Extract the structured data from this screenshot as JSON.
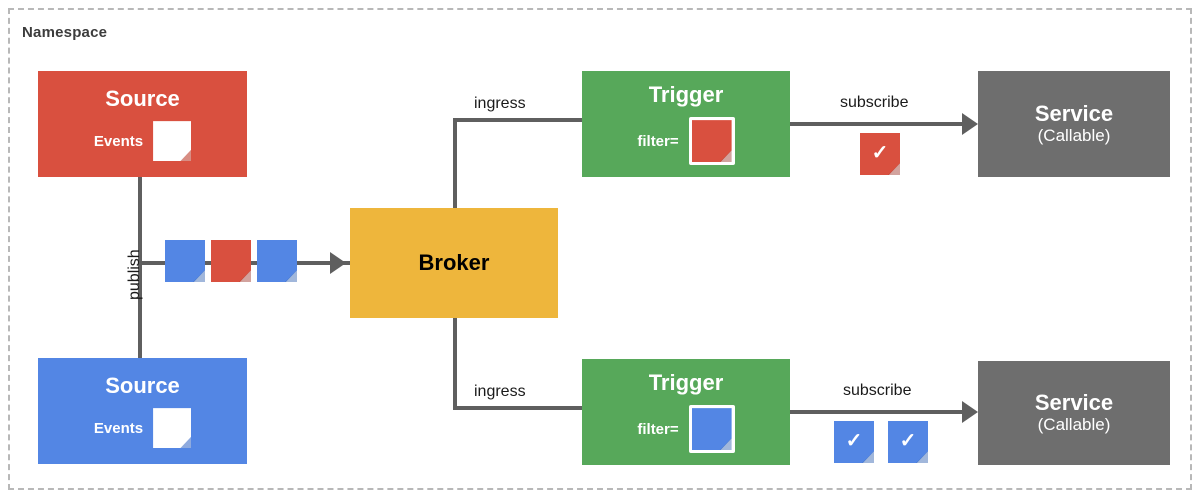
{
  "namespace": {
    "label": "Namespace"
  },
  "colors": {
    "red": "#d9503f",
    "blue": "#5386e4",
    "green": "#57a85a",
    "gray": "#6e6e6e",
    "yellow": "#eeb63c",
    "line": "#5f5f5f",
    "border_dash": "#b8b8b8"
  },
  "nodes": {
    "source_red": {
      "title": "Source",
      "events_label": "Events",
      "event_color": "#ffffff",
      "box_color": "#d9503f"
    },
    "source_blue": {
      "title": "Source",
      "events_label": "Events",
      "event_color": "#ffffff",
      "box_color": "#5386e4"
    },
    "broker": {
      "title": "Broker",
      "box_color": "#eeb63c"
    },
    "trigger_top": {
      "title": "Trigger",
      "filter_label": "filter=",
      "filter_color": "#d9503f",
      "box_color": "#57a85a"
    },
    "trigger_bottom": {
      "title": "Trigger",
      "filter_label": "filter=",
      "filter_color": "#5386e4",
      "box_color": "#57a85a"
    },
    "service_top": {
      "title": "Service",
      "subtitle": "(Callable)",
      "box_color": "#6e6e6e"
    },
    "service_bottom": {
      "title": "Service",
      "subtitle": "(Callable)",
      "box_color": "#6e6e6e"
    }
  },
  "edges": {
    "publish": "publish",
    "ingress_top": "ingress",
    "ingress_bottom": "ingress",
    "subscribe_top": "subscribe",
    "subscribe_bottom": "subscribe"
  },
  "event_stream": [
    {
      "color": "#5386e4"
    },
    {
      "color": "#d9503f"
    },
    {
      "color": "#5386e4"
    }
  ],
  "delivered_top": [
    {
      "color": "#d9503f",
      "mark": "✓"
    }
  ],
  "delivered_bottom": [
    {
      "color": "#5386e4",
      "mark": "✓"
    },
    {
      "color": "#5386e4",
      "mark": "✓"
    }
  ]
}
